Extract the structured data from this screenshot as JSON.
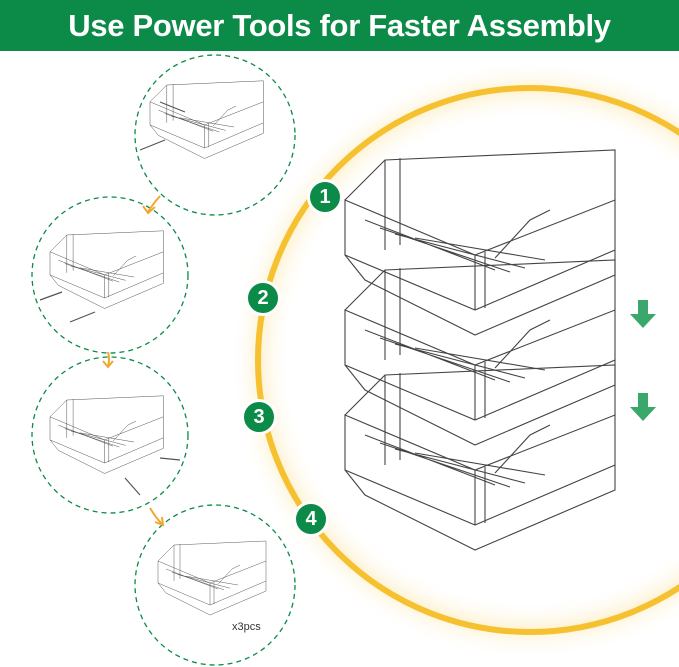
{
  "header": {
    "title": "Use Power Tools for Faster Assembly"
  },
  "steps": [
    "1",
    "2",
    "3",
    "4"
  ],
  "quantity_label": "x3pcs",
  "icons": {
    "flow_arrow": "curved-arrow-orange",
    "stack_arrow": "down-arrow-green"
  },
  "colors": {
    "brand_green": "#0b8a48",
    "arc_yellow": "#f6c131",
    "arrow_orange": "#f0a830"
  }
}
